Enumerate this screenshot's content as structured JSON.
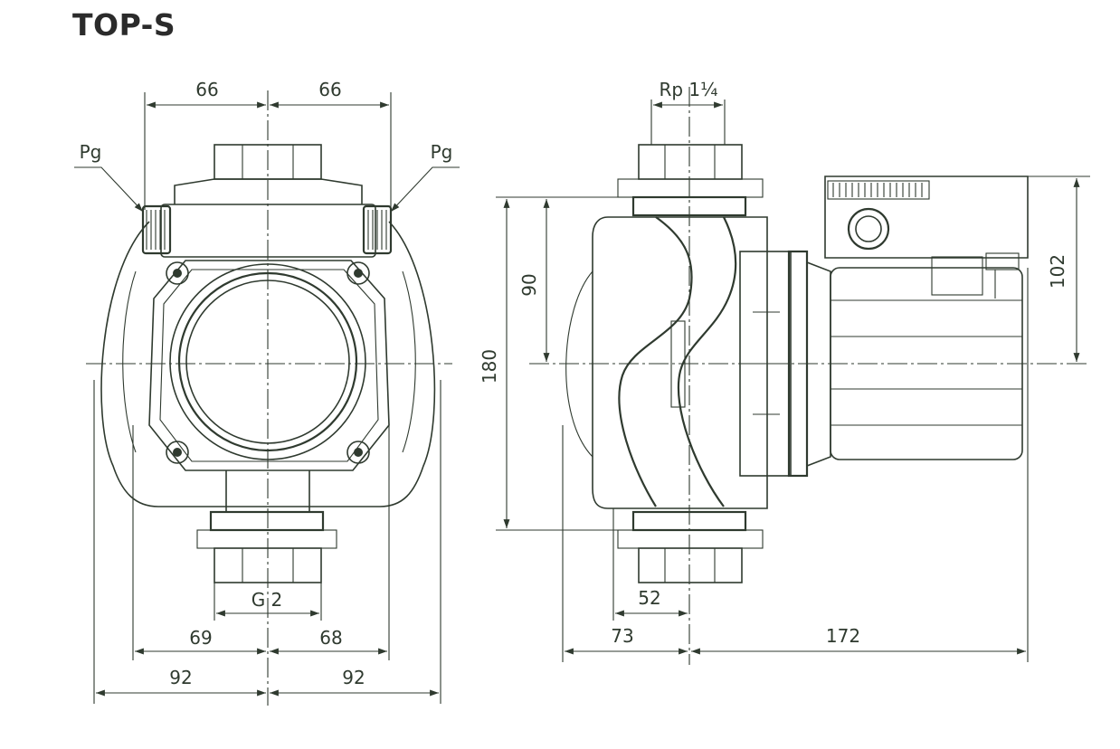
{
  "title": "TOP-S",
  "front_view": {
    "top_left": "66",
    "top_right": "66",
    "pg_left": "Pg",
    "pg_right": "Pg",
    "thread": "G 2",
    "inner_left": "69",
    "inner_right": "68",
    "outer_left": "92",
    "outer_right": "92"
  },
  "side_view": {
    "pipe_thread": "Rp 1¼",
    "height_total": "180",
    "height_upper": "90",
    "motor_height": "102",
    "flange_offset": "52",
    "back_depth": "73",
    "motor_depth": "172"
  },
  "colors": {
    "line": "#2f3a2f",
    "title": "#2b2b2b"
  }
}
